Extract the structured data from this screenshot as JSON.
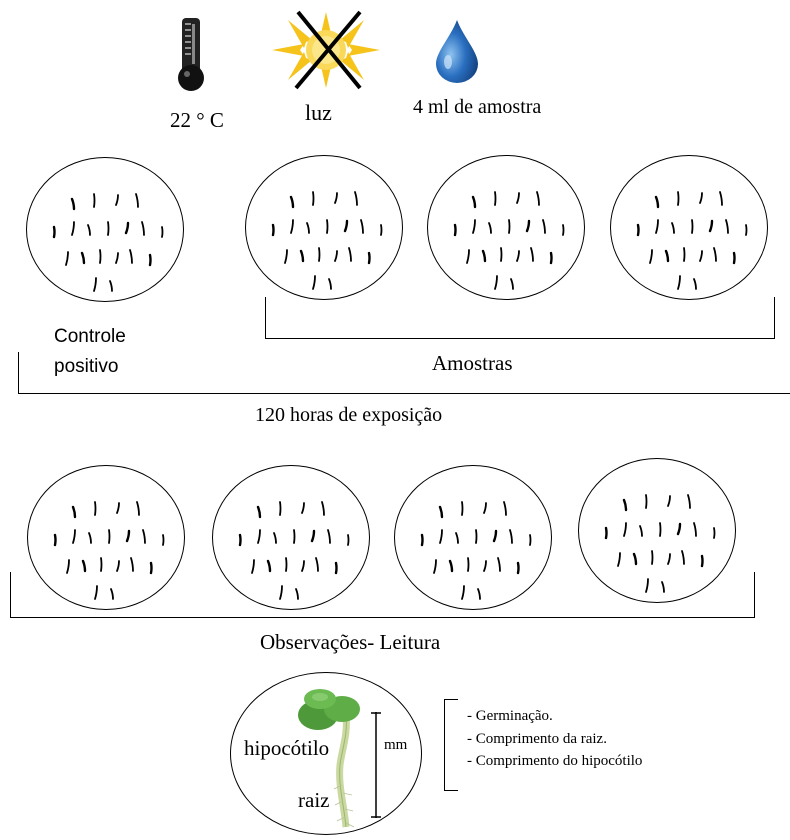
{
  "conditions": {
    "temperature": "22 ° C",
    "light": "luz",
    "sample_volume": "4 ml de amostra"
  },
  "top_section": {
    "control_label_line1": "Controle",
    "control_label_line2": "positivo",
    "samples_label": "Amostras"
  },
  "exposure_label": "120 horas de exposição",
  "observations_label": "Observações- Leitura",
  "seedling": {
    "hypocotyl_label": "hipocótilo",
    "root_label": "raiz",
    "unit_label": "mm"
  },
  "measurements": [
    "- Germinação.",
    "- Comprimento da raiz.",
    "- Comprimento do hipocótilo"
  ],
  "colors": {
    "drop": "#2a6fc0",
    "sun": "#f5c31a",
    "leaf": "#4e9a3a",
    "stem": "#c9d9a0"
  },
  "icons": [
    "thermometer-icon",
    "sun-icon",
    "cross-icon",
    "water-drop-icon"
  ]
}
